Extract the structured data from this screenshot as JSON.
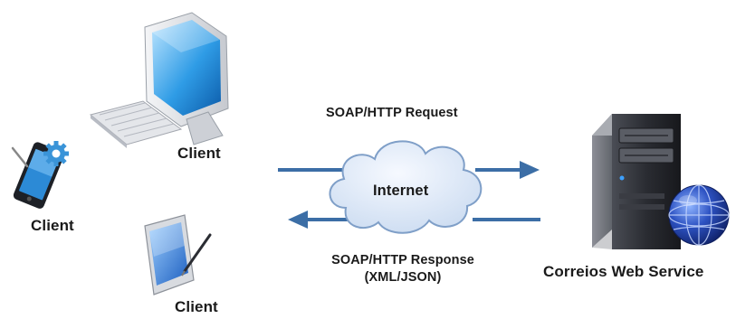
{
  "clients": [
    {
      "label": "Client",
      "device": "desktop-computer-icon"
    },
    {
      "label": "Client",
      "device": "smartphone-gear-icon"
    },
    {
      "label": "Client",
      "device": "tablet-stylus-icon"
    }
  ],
  "network": {
    "label": "Internet",
    "request_label": "SOAP/HTTP Request",
    "response_label_line1": "SOAP/HTTP Response",
    "response_label_line2": "(XML/JSON)"
  },
  "server": {
    "label": "Correios Web Service",
    "icon": "server-globe-icon"
  },
  "colors": {
    "arrow": "#3c6ea6",
    "cloud_fill": "#dce8f6",
    "cloud_stroke": "#7f9fc8",
    "screen_blue": "#1e88d8",
    "server_dark": "#2b2d33",
    "globe_blue": "#2646a8"
  }
}
